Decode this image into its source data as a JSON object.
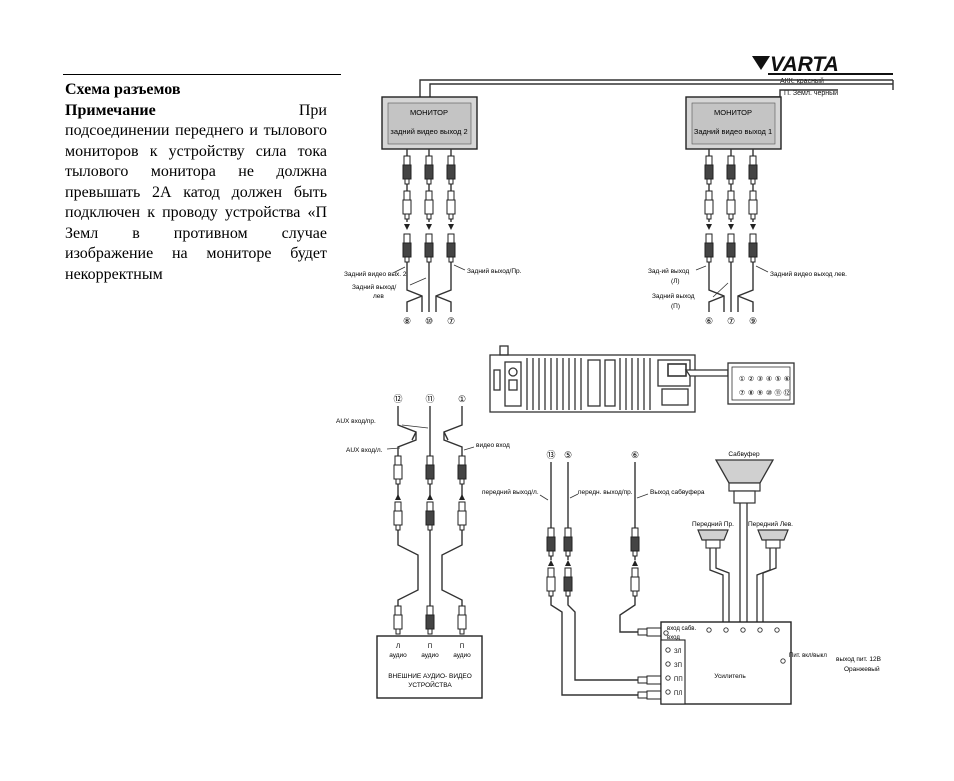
{
  "heading": {
    "title": "Схема разъемов",
    "note_label": "Примечание",
    "note_first_word": "При",
    "note_text": "подсоединении переднего и тылового мониторов к устройству сила тока тылового монитора не должна превышать 2А катод должен быть подключен к проводу устройства «П Земл в противном случае изображение на мониторе будет некорректным"
  },
  "diagram": {
    "brand": "VARTA",
    "power": {
      "acc": "АКК. красный",
      "ground": "П. Земл. черный"
    },
    "monitor2": {
      "title": "МОНИТОР",
      "subtitle": "задний видео выход 2",
      "label_video": "Задний видео вых. 2",
      "label_left": "Задний выход/",
      "label_left2": "лев",
      "label_right": "Задний выход/Пр.",
      "pins": [
        "⑧",
        "⑩",
        "⑦"
      ]
    },
    "monitor1": {
      "title": "МОНИТОР",
      "subtitle": "Задний видео выход 1",
      "label_l": "Зад-ий выход",
      "label_l2": "(Л)",
      "label_p": "Задний выход",
      "label_p2": "(П)",
      "label_video": "Задний видео выход лев.",
      "pins": [
        "⑥",
        "⑦",
        "⑨"
      ]
    },
    "connector_pins": [
      "①",
      "②",
      "③",
      "④",
      "⑤",
      "⑥",
      "⑦",
      "⑧",
      "⑨",
      "⑩",
      "⑪",
      "⑫"
    ],
    "aux": {
      "pins": [
        "⑫",
        "⑪",
        "①"
      ],
      "label_pr": "AUX вход/пр.",
      "label_l": "AUX вход/л.",
      "label_video": "видео вход"
    },
    "external": {
      "col_l": "Л",
      "col_p": "П",
      "col_v": "П",
      "col_sub": "аудио",
      "title1": "ВНЕШНИЕ АУДИО- ВИДЕО",
      "title2": "УСТРОЙСТВА"
    },
    "front": {
      "pins": [
        "⑬",
        "⑤",
        "⑥"
      ],
      "label_l": "передний выход/л.",
      "label_p": "передн. выход/пр.",
      "label_sub": "Выход сабвуфера"
    },
    "speakers": {
      "sub": "Сабвуфер",
      "front_p": "Передний Пр.",
      "front_l": "Передний Лев."
    },
    "amp": {
      "sub_in": "вход сабв.",
      "in": "вход",
      "zl": "ЗЛ",
      "zp": "ЗП",
      "pp": "ПП",
      "pl": "ПЛ",
      "name": "Усилитель",
      "power": "Пит. вкл/выкл",
      "out1": "выход пит. 12В",
      "out2": "Оранжевый"
    }
  }
}
